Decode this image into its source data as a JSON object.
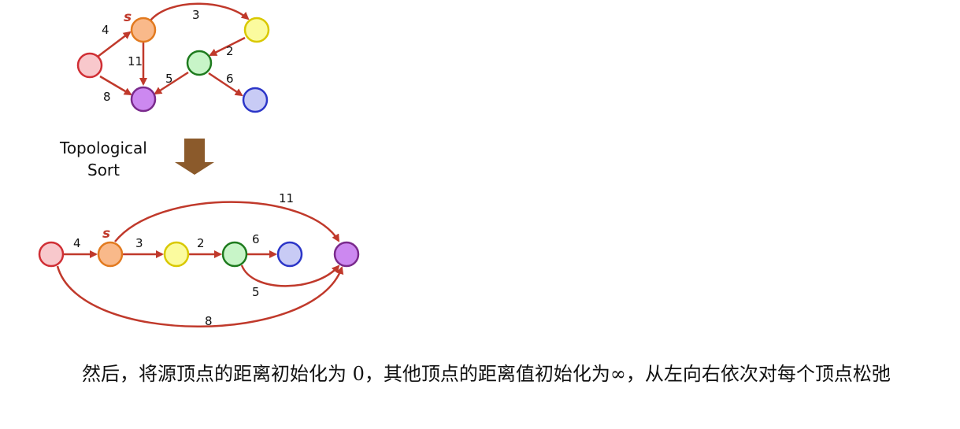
{
  "top_graph": {
    "source_label": "s",
    "weights": {
      "pink_to_orange": "4",
      "orange_to_yellow": "3",
      "orange_to_purple": "11",
      "pink_to_purple": "8",
      "yellow_to_green": "2",
      "green_to_purple": "5",
      "green_to_blue": "6"
    }
  },
  "transition": {
    "caption_line1": "Topological",
    "caption_line2": "Sort"
  },
  "sorted_graph": {
    "source_label": "s",
    "weights": {
      "pink_to_orange": "4",
      "orange_to_yellow": "3",
      "yellow_to_green": "2",
      "green_to_blue": "6",
      "orange_to_purple": "11",
      "green_to_purple": "5",
      "pink_to_purple": "8"
    }
  },
  "node_colors": {
    "pink": "#f8c8cc",
    "orange": "#f9b98a",
    "yellow": "#fbfb9e",
    "green": "#c8f5c8",
    "blue": "#c8cbf5",
    "purple": "#cc88f0",
    "edge": "#c0392b",
    "arrow_block": "#8b5a2b"
  },
  "paragraph": {
    "text": "然后，将源顶点的距离初始化为 0，其他顶点的距离值初始化为∞，从左向右依次对每个顶点松弛"
  }
}
